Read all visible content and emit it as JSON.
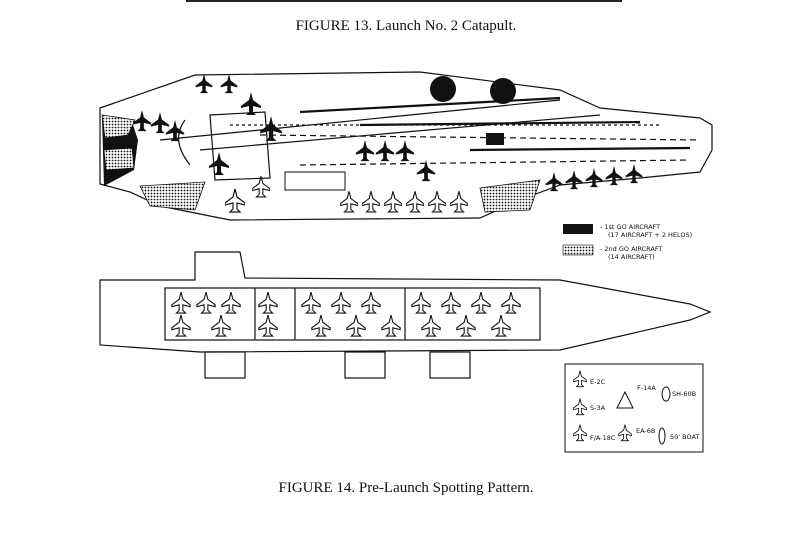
{
  "captions": {
    "figure13": "FIGURE 13. Launch No. 2 Catapult.",
    "figure14": "FIGURE 14. Pre-Launch Spotting Pattern."
  },
  "legend_top": [
    {
      "pattern": "solid",
      "line1": "- 1st GO AIRCRAFT",
      "line2": "(17 AIRCRAFT + 2 HELOS)"
    },
    {
      "pattern": "dotted",
      "line1": "- 2nd GO AIRCRAFT",
      "line2": "(14 AIRCRAFT)"
    }
  ],
  "legend_box": {
    "items": [
      {
        "label": "E-2C",
        "icon": "e2c-aircraft-icon"
      },
      {
        "label": "S-3A",
        "icon": "s3a-aircraft-icon"
      },
      {
        "label": "F/A-18C",
        "icon": "fa18c-aircraft-icon"
      },
      {
        "label": "F-14A",
        "icon": "f14a-aircraft-icon"
      },
      {
        "label": "EA-6B",
        "icon": "ea6b-aircraft-icon"
      },
      {
        "label": "SH-60B",
        "icon": "sh60b-helo-icon"
      },
      {
        "label": "50' BOAT",
        "icon": "boat-icon"
      }
    ]
  },
  "colors": {
    "ink": "#111111",
    "paper": "#ffffff"
  }
}
